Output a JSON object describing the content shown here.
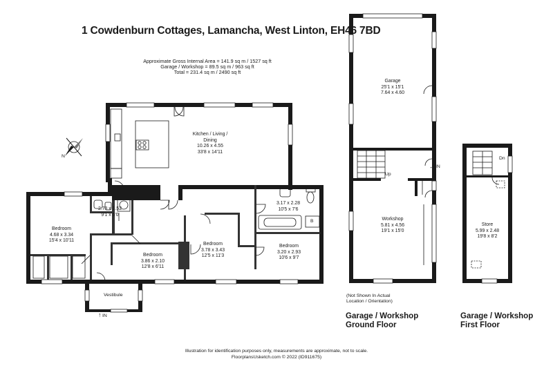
{
  "header": {
    "title": "1 Cowdenburn Cottages, Lamancha, West Linton, EH46 7BD",
    "areas": [
      "Approximate Gross Internal Area = 141.9 sq m / 1527 sq ft",
      "Garage / Workshop = 89.5 sq m / 963 sq ft",
      "Total = 231.4 sq m / 2490 sq ft"
    ]
  },
  "compass_label": "N",
  "rooms": {
    "kitchen": {
      "name1": "Kitchen / Living /",
      "name2": "Dining",
      "metric": "10.26 x 4.55",
      "imperial": "33'8 x 14'11"
    },
    "bedroom_left": {
      "name": "Bedroom",
      "metric": "4.68 x 3.34",
      "imperial": "15'4 x 10'11"
    },
    "shower_room": {
      "metric": "2.78 x 1.52",
      "imperial": "9'1 x 5'0"
    },
    "bedroom_small": {
      "name": "Bedroom",
      "metric": "3.86 x 2.10",
      "imperial": "12'8 x 6'11"
    },
    "bedroom_middle": {
      "name": "Bedroom",
      "metric": "3.78 x 3.43",
      "imperial": "12'5 x 11'3"
    },
    "bathroom": {
      "metric": "3.17 x 2.28",
      "imperial": "10'5 x 7'6",
      "boiler_label": "B"
    },
    "bedroom_right": {
      "name": "Bedroom",
      "metric": "3.20 x 2.93",
      "imperial": "10'6 x 9'7"
    },
    "vestibule": {
      "name": "Vestibule",
      "entry": "IN"
    },
    "garage": {
      "name": "Garage",
      "imperial": "25'1 x 15'1",
      "metric": "7.64 x 4.60"
    },
    "workshop": {
      "name": "Workshop",
      "metric": "5.81 x 4.56",
      "imperial": "19'1 x 15'0",
      "stair_label": "Up",
      "entry": "IN"
    },
    "store": {
      "name": "Store",
      "metric": "5.99 x 2.48",
      "imperial": "19'8 x 8'2",
      "stair_label": "Dn"
    }
  },
  "notes": {
    "not_shown_1": "(Not Shown In Actual",
    "not_shown_2": "Location / Orientation)",
    "ground_1": "Garage / Workshop",
    "ground_2": "Ground Floor",
    "first_1": "Garage / Workshop",
    "first_2": "First Floor"
  },
  "footer": {
    "line1": "Illustration for identification purposes only, measurements are approximate, not to scale.",
    "line2": "FloorplansUsketch.com © 2022 (ID911675)"
  }
}
